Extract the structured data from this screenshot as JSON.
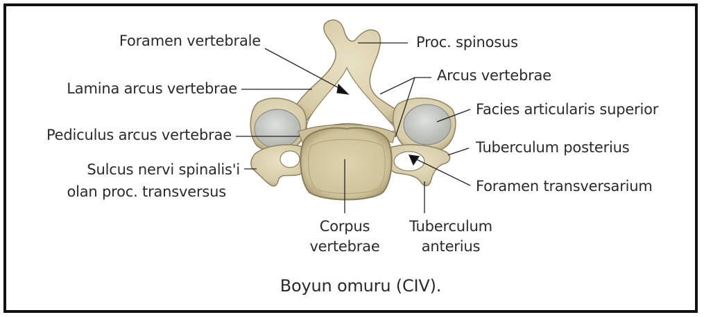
{
  "labels": {
    "foramen_vertebrale": "Foramen vertebrale",
    "proc_spinosus": "Proc. spinosus",
    "lamina_arcus_vertebrae": "Lamina arcus vertebrae",
    "arcus_vertebrae": "Arcus vertebrae",
    "facies_articularis_superior": "Facies articularis superior",
    "pediculus_arcus_vertebrae": "Pediculus arcus vertebrae",
    "tuberculum_posterius": "Tuberculum posterius",
    "sulcus_line1": "Sulcus nervi spinalis'i",
    "sulcus_line2": "olan proc. transversus",
    "foramen_transversarium": "Foramen transversarium",
    "corpus_line1": "Corpus",
    "corpus_line2": "vertebrae",
    "tuberculum_anterius_line1": "Tuberculum",
    "tuberculum_anterius_line2": "anterius"
  },
  "caption": "Boyun omuru (CIV).",
  "colors": {
    "bone": "#d9cfae",
    "bone_shadow": "#9c8f6c",
    "cartilage": "#c8cbc6",
    "leader_line": "#222222",
    "text": "#2a2a2a",
    "border": "#111111"
  }
}
